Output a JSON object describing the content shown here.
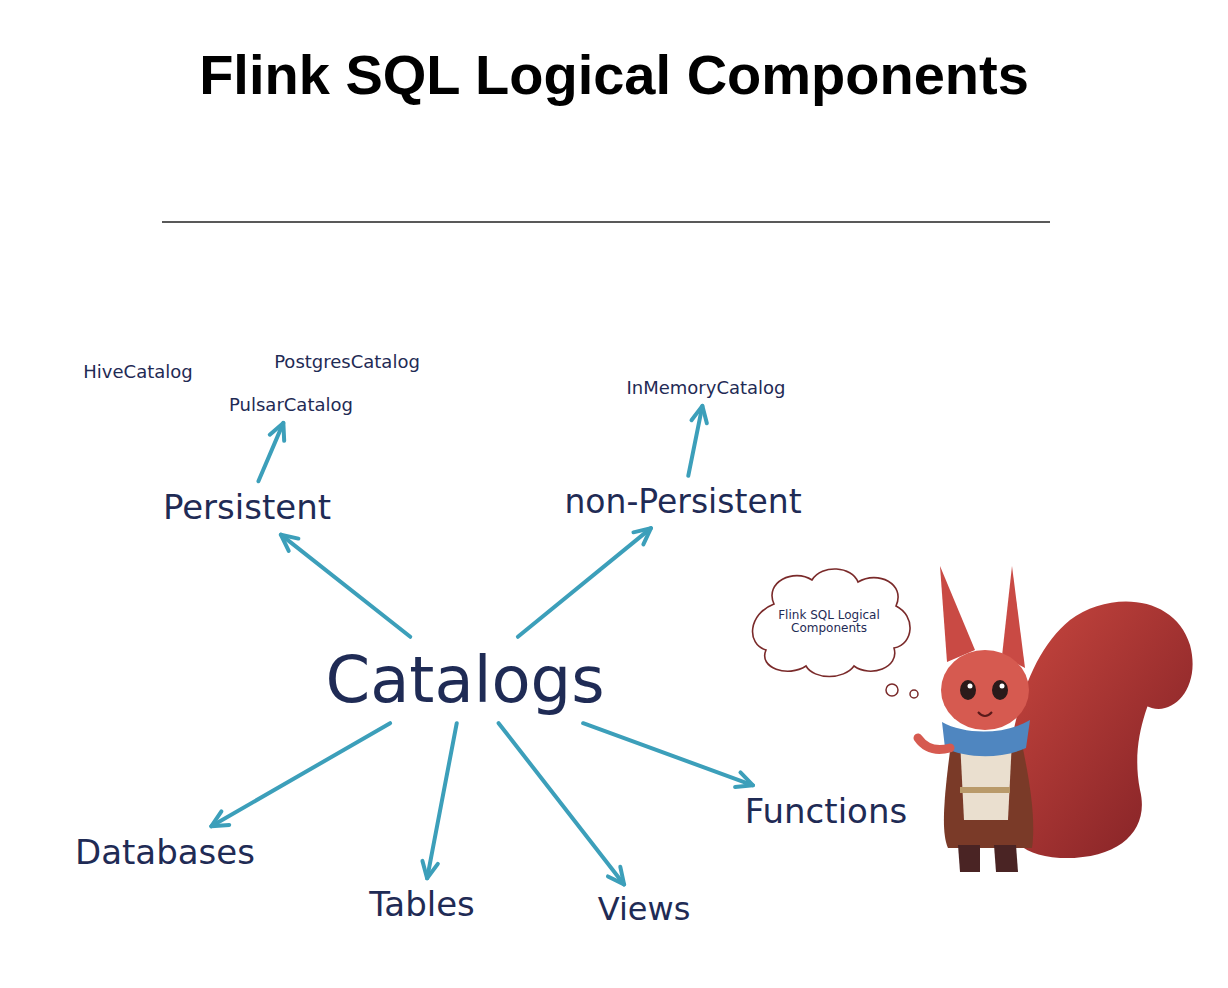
{
  "diagram": {
    "title": "Flink SQL Logical Components",
    "nodes": [
      {
        "text": [
          "HiveCatalog"
        ]
      },
      {
        "text": [
          "PostgresCatalog"
        ]
      },
      {
        "text": [
          "PulsarCatalog"
        ]
      },
      {
        "text": [
          "InMemoryCatalog"
        ]
      },
      {
        "text": [
          "Persistent"
        ]
      },
      {
        "text": [
          "non-Persistent"
        ]
      },
      {
        "text": [
          "Flink SQL Logical Components"
        ]
      },
      {
        "text": [
          "Catalogs"
        ]
      },
      {
        "text": [
          "Functions"
        ]
      },
      {
        "text": [
          "Databases"
        ]
      },
      {
        "text": [
          "Tables"
        ]
      },
      {
        "text": [
          "Views"
        ]
      }
    ],
    "edges": [
      {
        "from": 7,
        "to": 4,
        "arrow": "to"
      },
      {
        "from": 7,
        "to": 5,
        "arrow": "to"
      },
      {
        "from": 4,
        "to": 2,
        "arrow": "to"
      },
      {
        "from": 5,
        "to": 3,
        "arrow": "to"
      },
      {
        "from": 7,
        "to": 9,
        "arrow": "to"
      },
      {
        "from": 7,
        "to": 10,
        "arrow": "to"
      },
      {
        "from": 7,
        "to": 11,
        "arrow": "to"
      },
      {
        "from": 7,
        "to": 8,
        "arrow": "to"
      }
    ]
  }
}
